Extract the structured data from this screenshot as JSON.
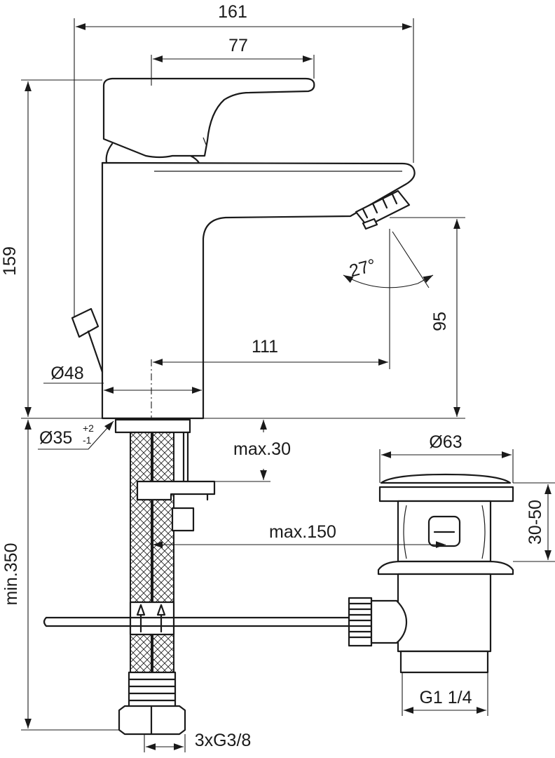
{
  "dimensions": {
    "total_width": "161",
    "lever_length": "77",
    "total_height": "159",
    "spout_clearance": "95",
    "spout_reach": "111",
    "aerator_angle": "27°",
    "base_diameter": "Ø48",
    "hole_diameter_prefix": "Ø35",
    "hole_tolerance_plus": "+2",
    "hole_tolerance_minus": "-1",
    "max_deck_thickness": "max.30",
    "hose_length": "min.350",
    "hose_thread": "3xG3/8",
    "waste_diameter": "Ø63",
    "waste_height_range": "30-50",
    "waste_rod_distance": "max.150",
    "waste_thread": "G1 1/4"
  }
}
